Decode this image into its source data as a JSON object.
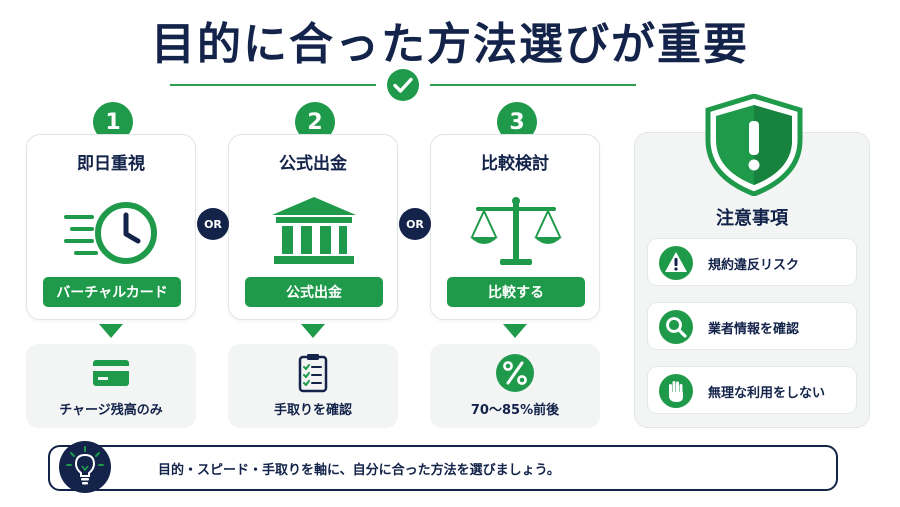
{
  "title": "目的に合った方法選びが重要",
  "colors": {
    "accent": "#1f9a4b",
    "navy": "#13234a",
    "card_bg": "#f3f5f5"
  },
  "steps": [
    {
      "number": "1",
      "title": "即日重視",
      "icon": "clock-speed-icon",
      "pill": "バーチャルカード",
      "result_icon": "credit-card-icon",
      "result": "チャージ残高のみ"
    },
    {
      "number": "2",
      "title": "公式出金",
      "icon": "bank-building-icon",
      "pill": "公式出金",
      "result_icon": "clipboard-checklist-icon",
      "result": "手取りを確認"
    },
    {
      "number": "3",
      "title": "比較検討",
      "icon": "balance-scale-icon",
      "pill": "比較する",
      "result_icon": "percent-icon",
      "result": "70〜85%前後"
    }
  ],
  "or_labels": [
    "OR",
    "OR"
  ],
  "caution": {
    "title": "注意事項",
    "icon": "shield-exclamation-icon",
    "items": [
      {
        "icon": "warning-triangle-icon",
        "text": "規約違反リスク"
      },
      {
        "icon": "magnifier-icon",
        "text": "業者情報を確認"
      },
      {
        "icon": "stop-hand-icon",
        "text": "無理な利用をしない"
      }
    ]
  },
  "footer": {
    "icon": "lightbulb-icon",
    "text": "目的・スピード・手取りを軸に、自分に合った方法を選びましょう。"
  }
}
